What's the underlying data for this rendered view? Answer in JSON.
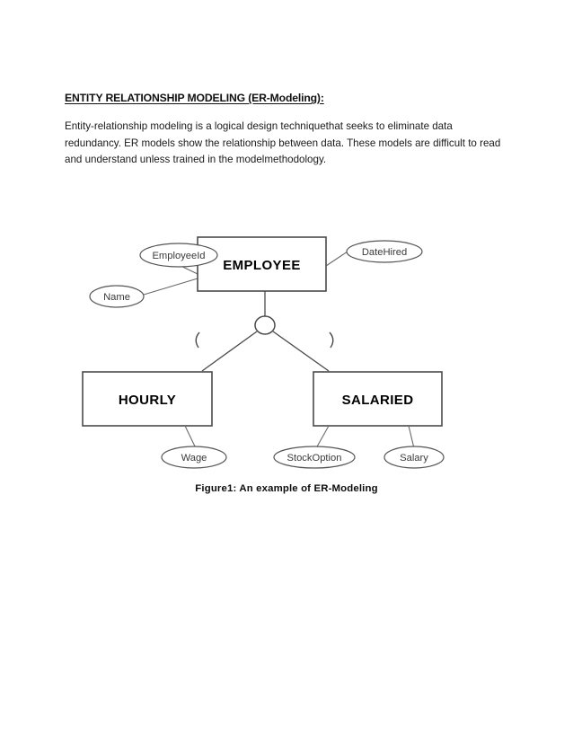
{
  "document": {
    "heading": "ENTITY RELATIONSHIP MODELING (ER-Modeling):",
    "paragraph": "Entity-relationship modeling is a logical design techniquethat seeks to eliminate data redundancy. ER models show the relationship between data. These models are difficult to read and understand unless trained in the modelmethodology.",
    "figure_caption": "Figure1: An example of ER-Modeling"
  },
  "diagram": {
    "type": "er-diagram",
    "entities": [
      {
        "id": "employee",
        "label": "EMPLOYEE",
        "role": "supertype"
      },
      {
        "id": "hourly",
        "label": "HOURLY",
        "role": "subtype"
      },
      {
        "id": "salaried",
        "label": "SALARIED",
        "role": "subtype"
      }
    ],
    "attributes": [
      {
        "id": "employeeid",
        "label": "EmployeeId",
        "owner": "employee"
      },
      {
        "id": "name",
        "label": "Name",
        "owner": "employee"
      },
      {
        "id": "datehired",
        "label": "DateHired",
        "owner": "employee"
      },
      {
        "id": "wage",
        "label": "Wage",
        "owner": "hourly"
      },
      {
        "id": "stockoption",
        "label": "StockOption",
        "owner": "salaried"
      },
      {
        "id": "salary",
        "label": "Salary",
        "owner": "salaried"
      }
    ],
    "specialization": {
      "symbol": "circle",
      "from": "employee",
      "to": [
        "hourly",
        "salaried"
      ]
    },
    "colors": {
      "line": "#4a4a4a",
      "box_fill": "#ffffff",
      "text": "#000000",
      "attribute_text": "#3a3a3a",
      "page_background": "#ffffff"
    }
  }
}
